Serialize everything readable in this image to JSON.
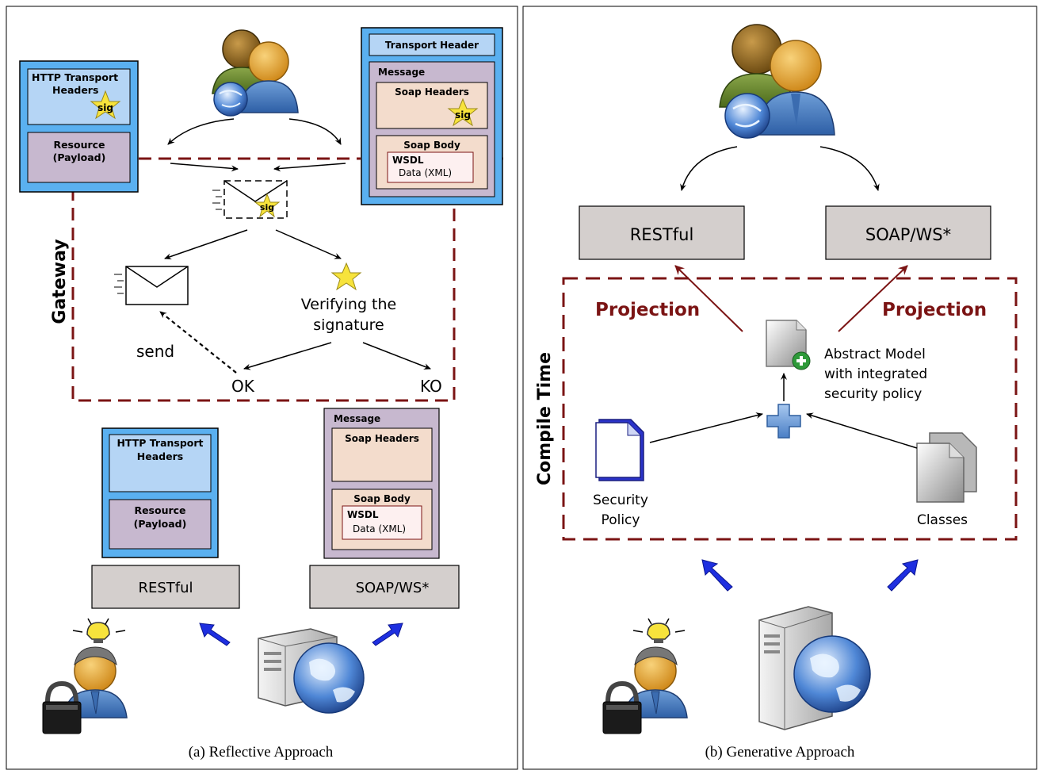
{
  "left_panel": {
    "caption": "(a) Reflective Approach",
    "gateway_label": "Gateway",
    "http_box": {
      "header": "HTTP Transport\nHeaders",
      "resource": "Resource\n(Payload)",
      "sig": "sig"
    },
    "soap_box": {
      "transport_header": "Transport Header",
      "message": "Message",
      "soap_headers": "Soap Headers",
      "sig": "sig",
      "soap_body": "Soap Body",
      "wsdl": "WSDL",
      "data_xml": "Data (XML)"
    },
    "envelope_sig": "sig",
    "verify_label": "Verifying the\nsignature",
    "send_label": "send",
    "ok_label": "OK",
    "ko_label": "KO",
    "http_box_bottom": {
      "header": "HTTP Transport\nHeaders",
      "resource": "Resource\n(Payload)"
    },
    "soap_box_bottom": {
      "message": "Message",
      "soap_headers": "Soap Headers",
      "soap_body": "Soap Body",
      "wsdl": "WSDL",
      "data_xml": "Data (XML)"
    },
    "restful": "RESTful",
    "soap_ws": "SOAP/WS*"
  },
  "right_panel": {
    "caption": "(b) Generative Approach",
    "compile_time_label": "Compile Time",
    "restful": "RESTful",
    "soap_ws": "SOAP/WS*",
    "projection_left": "Projection",
    "projection_right": "Projection",
    "abstract_model": "Abstract Model\nwith integrated\nsecurity policy",
    "security_policy": "Security\nPolicy",
    "classes": "Classes"
  },
  "colors": {
    "dashed_border": "#7b1414",
    "projection_text": "#7b1414",
    "light_blue_box": "#5ab0f0",
    "pale_blue": "#b5d5f5",
    "mauve": "#c7b8cf",
    "salmon": "#f3dccc",
    "gray_box": "#d4cfcd",
    "star_yellow": "#f7e33c",
    "blue_arrow": "#1e2fe0"
  }
}
